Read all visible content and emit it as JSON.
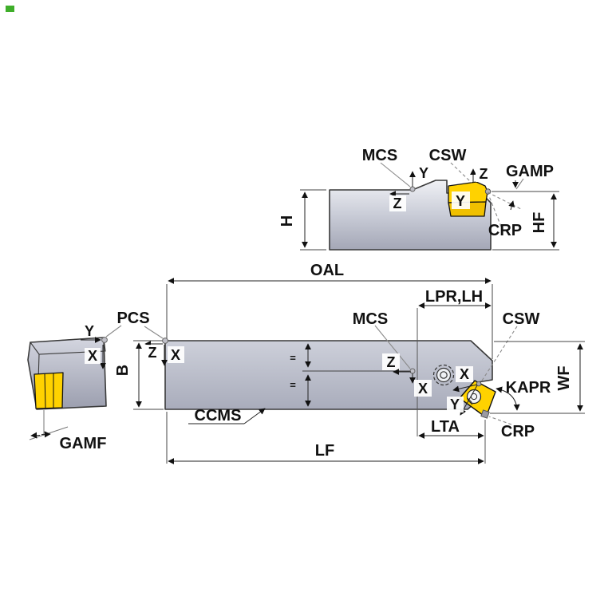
{
  "page": {
    "corner_marker_color": "#3fae2a",
    "background": "#ffffff"
  },
  "colors": {
    "insert_yellow": "#ffd200",
    "insert_shade": "#f0c000",
    "body_gray_light": "#eef0f4",
    "body_gray_dark": "#a8abba"
  },
  "side_view": {
    "mcs_label": "MCS",
    "csw_label": "CSW",
    "gamp_label": "GAMP",
    "crp_label": "CRP",
    "h_label": "H",
    "hf_label": "HF",
    "y_axis_label": "Y",
    "z_axis_mcs_label": "Z",
    "z_axis_insert_label": "Z",
    "insert_y_label": "Y"
  },
  "front_view": {
    "oal_label": "OAL",
    "lpr_lh_label": "LPR,LH",
    "mcs_label": "MCS",
    "csw_label": "CSW",
    "pcs_label": "PCS",
    "b_label": "B",
    "ccms_label": "CCMS",
    "lf_label": "LF",
    "lta_label": "LTA",
    "kapr_label": "KAPR",
    "wf_label": "WF",
    "crp_label": "CRP",
    "z_axis_origin_label": "Z",
    "x_axis_origin_label": "X",
    "z_axis_mcs_label": "Z",
    "x_axis_mcs_label": "X",
    "x_axis_tip_label": "X",
    "y_axis_tip_label": "Y",
    "equal_mark_top": "=",
    "equal_mark_bottom": "="
  },
  "end_view": {
    "y_axis_label": "Y",
    "x_axis_label": "X",
    "gamf_label": "GAMF"
  }
}
